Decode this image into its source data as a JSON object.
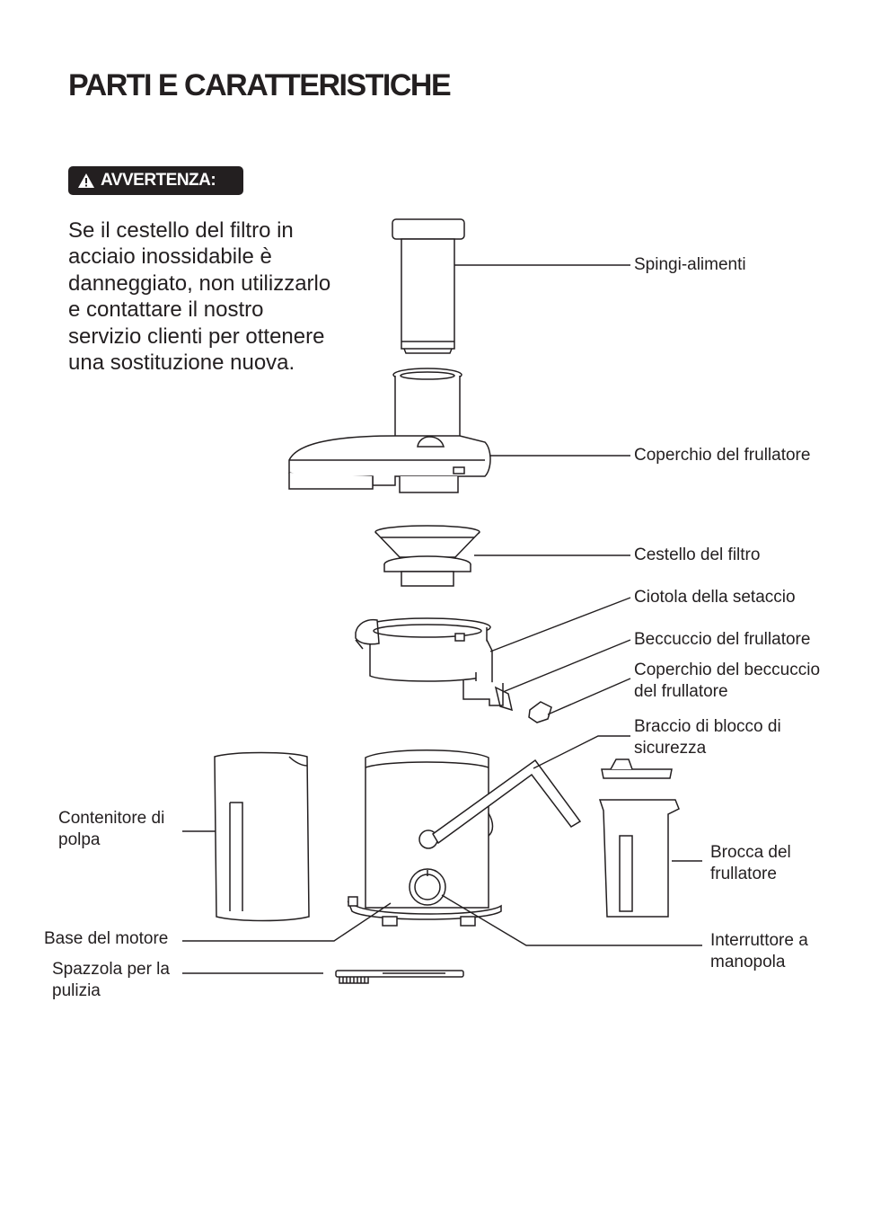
{
  "title": "PARTI E CARATTERISTICHE",
  "warning": {
    "label": "AVVERTENZA:",
    "icon": "warning-triangle-icon",
    "lines": [
      "Se il cestello del filtro in",
      "acciaio inossidabile è",
      "danneggiato, non utilizzarlo",
      "e contattare il nostro",
      "servizio clienti per ottenere",
      "una sostituzione nuova."
    ]
  },
  "parts": {
    "food_pusher": "Spingi-alimenti",
    "lid": "Coperchio del frullatore",
    "filter_basket": "Cestello del filtro",
    "strainer_bowl": "Ciotola della setaccio",
    "spout": "Beccuccio del frullatore",
    "spout_cover_1": "Coperchio del beccuccio",
    "spout_cover_2": "del frullatore",
    "lock_arm_1": "Braccio di blocco di",
    "lock_arm_2": "sicurezza",
    "pulp_container_1": "Contenitore di",
    "pulp_container_2": "polpa",
    "juice_jug_1": "Brocca del",
    "juice_jug_2": "frullatore",
    "motor_base": "Base del motore",
    "knob_1": "Interruttore a",
    "knob_2": "manopola",
    "brush_1": "Spazzola per la",
    "brush_2": "pulizia"
  },
  "colors": {
    "ink": "#231f20",
    "background": "#ffffff"
  }
}
